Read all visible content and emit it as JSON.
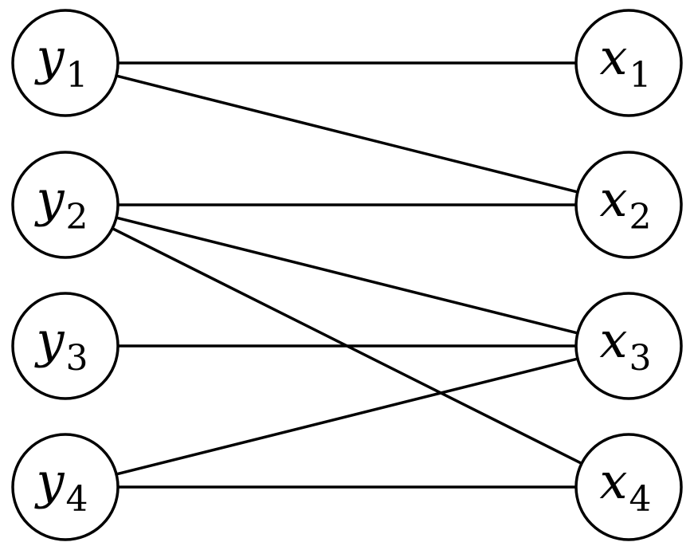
{
  "nodes": [
    {
      "id": "y1",
      "var": "y",
      "sub": "1"
    },
    {
      "id": "y2",
      "var": "y",
      "sub": "2"
    },
    {
      "id": "y3",
      "var": "y",
      "sub": "3"
    },
    {
      "id": "y4",
      "var": "y",
      "sub": "4"
    },
    {
      "id": "x1",
      "var": "x",
      "sub": "1"
    },
    {
      "id": "x2",
      "var": "x",
      "sub": "2"
    },
    {
      "id": "x3",
      "var": "x",
      "sub": "3"
    },
    {
      "id": "x4",
      "var": "x",
      "sub": "4"
    }
  ],
  "edges": [
    {
      "from": "y1",
      "to": "x1"
    },
    {
      "from": "y1",
      "to": "x2"
    },
    {
      "from": "y2",
      "to": "x2"
    },
    {
      "from": "y2",
      "to": "x3"
    },
    {
      "from": "y2",
      "to": "x4"
    },
    {
      "from": "y3",
      "to": "x3"
    },
    {
      "from": "y4",
      "to": "x3"
    },
    {
      "from": "y4",
      "to": "x4"
    }
  ]
}
